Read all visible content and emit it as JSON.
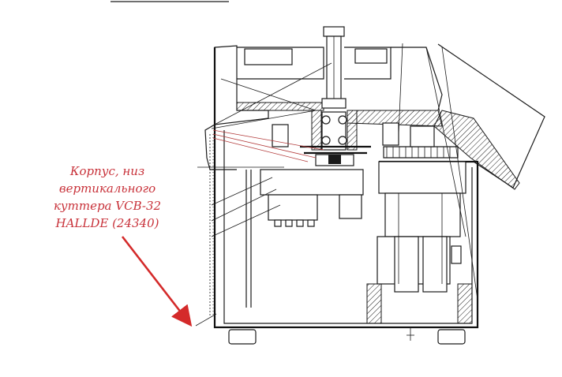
{
  "callout": {
    "lines": [
      "Корпус, низ",
      "вертикального",
      "куттера VCB-32",
      "HALLDE (24340)"
    ],
    "color": "#c8323a"
  },
  "arrow_color": "#d42a2a",
  "drawing_color": "#1a1a1a"
}
